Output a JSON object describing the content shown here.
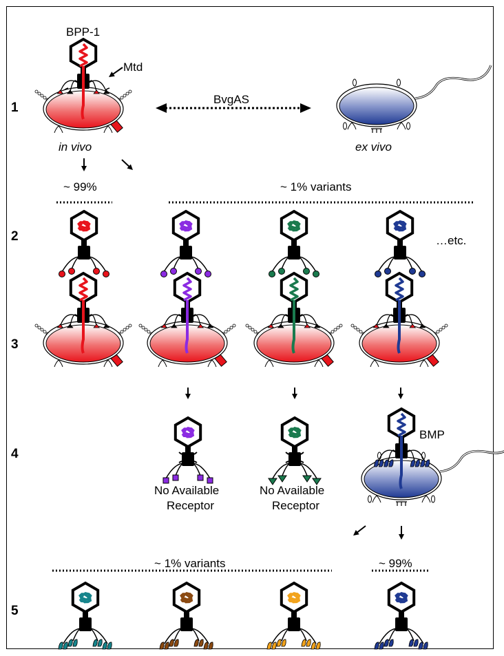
{
  "row_labels": [
    "1",
    "2",
    "3",
    "4",
    "5"
  ],
  "labels": {
    "phage_name": "BPP-1",
    "mtd": "Mtd",
    "bvgas": "BvgAS",
    "in_vivo": "in vivo",
    "ex_vivo": "ex vivo",
    "pct_99_top": "~ 99%",
    "pct_1_top": "~ 1% variants",
    "etc": "…etc.",
    "no_receptor_1_line1": "No Available",
    "no_receptor_1_line2": "Receptor",
    "no_receptor_2_line1": "No Available",
    "no_receptor_2_line2": "Receptor",
    "bmp": "BMP",
    "pct_1_bottom": "~ 1% variants",
    "pct_99_bottom": "~ 99%"
  },
  "colors": {
    "red": "#e8141c",
    "purple": "#8b2be2",
    "green": "#1a7a4e",
    "blue": "#1f3a93",
    "teal": "#17858c",
    "brown": "#8b4a12",
    "orange": "#f2a31b",
    "black": "#000000"
  }
}
